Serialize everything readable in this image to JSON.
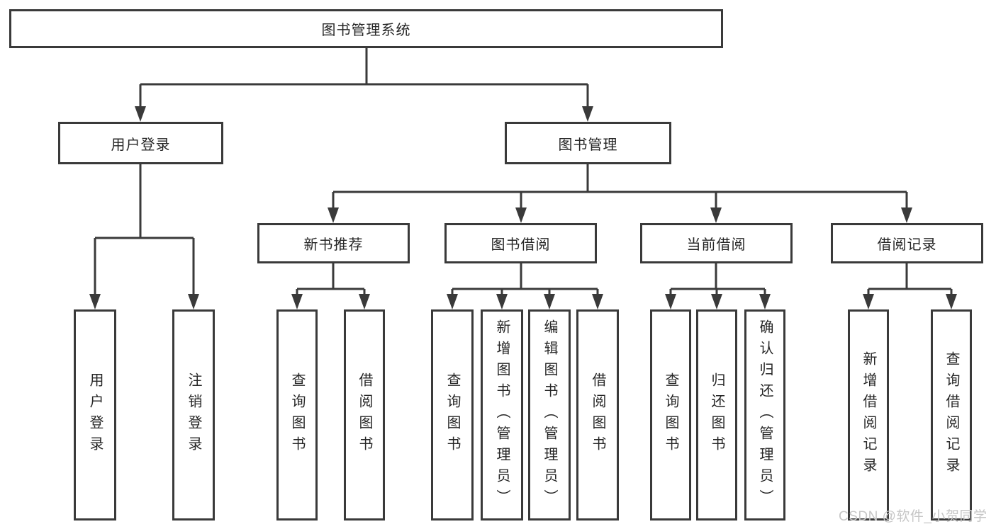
{
  "diagram": {
    "root": {
      "label": "图书管理系统"
    },
    "children": [
      {
        "label": "用户登录",
        "children": [
          {
            "label": "用户登录"
          },
          {
            "label": "注销登录"
          }
        ]
      },
      {
        "label": "图书管理",
        "children": [
          {
            "label": "新书推荐",
            "children": [
              {
                "label": "查询图书"
              },
              {
                "label": "借阅图书"
              }
            ]
          },
          {
            "label": "图书借阅",
            "children": [
              {
                "label": "查询图书"
              },
              {
                "label": "新增图书（管理员）"
              },
              {
                "label": "编辑图书（管理员）"
              },
              {
                "label": "借阅图书"
              }
            ]
          },
          {
            "label": "当前借阅",
            "children": [
              {
                "label": "查询图书"
              },
              {
                "label": "归还图书"
              },
              {
                "label": "确认归还（管理员）"
              }
            ]
          },
          {
            "label": "借阅记录",
            "children": [
              {
                "label": "新增借阅记录"
              },
              {
                "label": "查询借阅记录"
              }
            ]
          }
        ]
      }
    ]
  },
  "watermark": {
    "text": "CSDN @软件_小贺同学"
  },
  "colors": {
    "line": "#3a3a3a",
    "text": "#262626",
    "watermark": "#c6c6c6",
    "background": "#ffffff"
  }
}
